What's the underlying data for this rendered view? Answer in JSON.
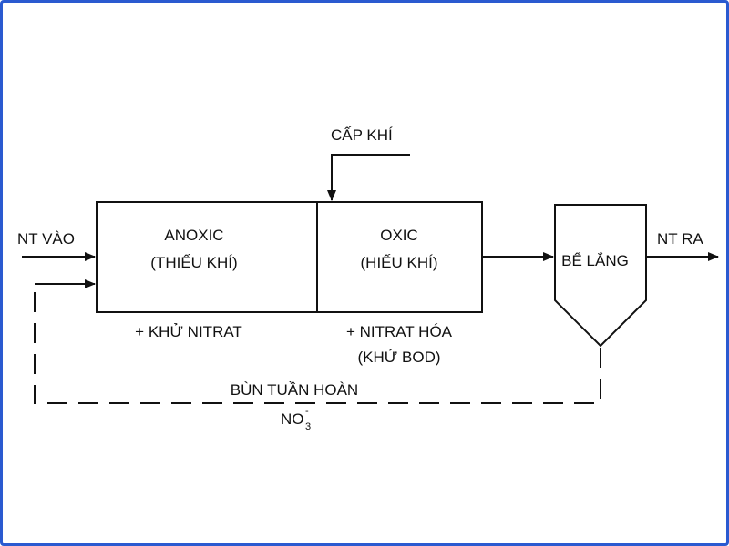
{
  "diagram": {
    "inlet_label": "NT VÀO",
    "outlet_label": "NT RA",
    "air_label": "CẤP KHÍ",
    "anoxic": {
      "name": "ANOXIC",
      "subtitle": "(THIẾU KHÍ)",
      "process": "+ KHỬ NITRAT"
    },
    "oxic": {
      "name": "OXIC",
      "subtitle": "(HIẾU KHÍ)",
      "process_line1": "+ NITRAT HÓA",
      "process_line2": "(KHỬ BOD)"
    },
    "settling_tank": "BỂ LẮNG",
    "recycle_label": "BÙN TUẦN HOÀN",
    "nitrate_formula": {
      "base": "NO",
      "subscript": "3",
      "superscript": "-"
    },
    "colors": {
      "frame": "#2a5ad0",
      "lines": "#111111"
    }
  }
}
